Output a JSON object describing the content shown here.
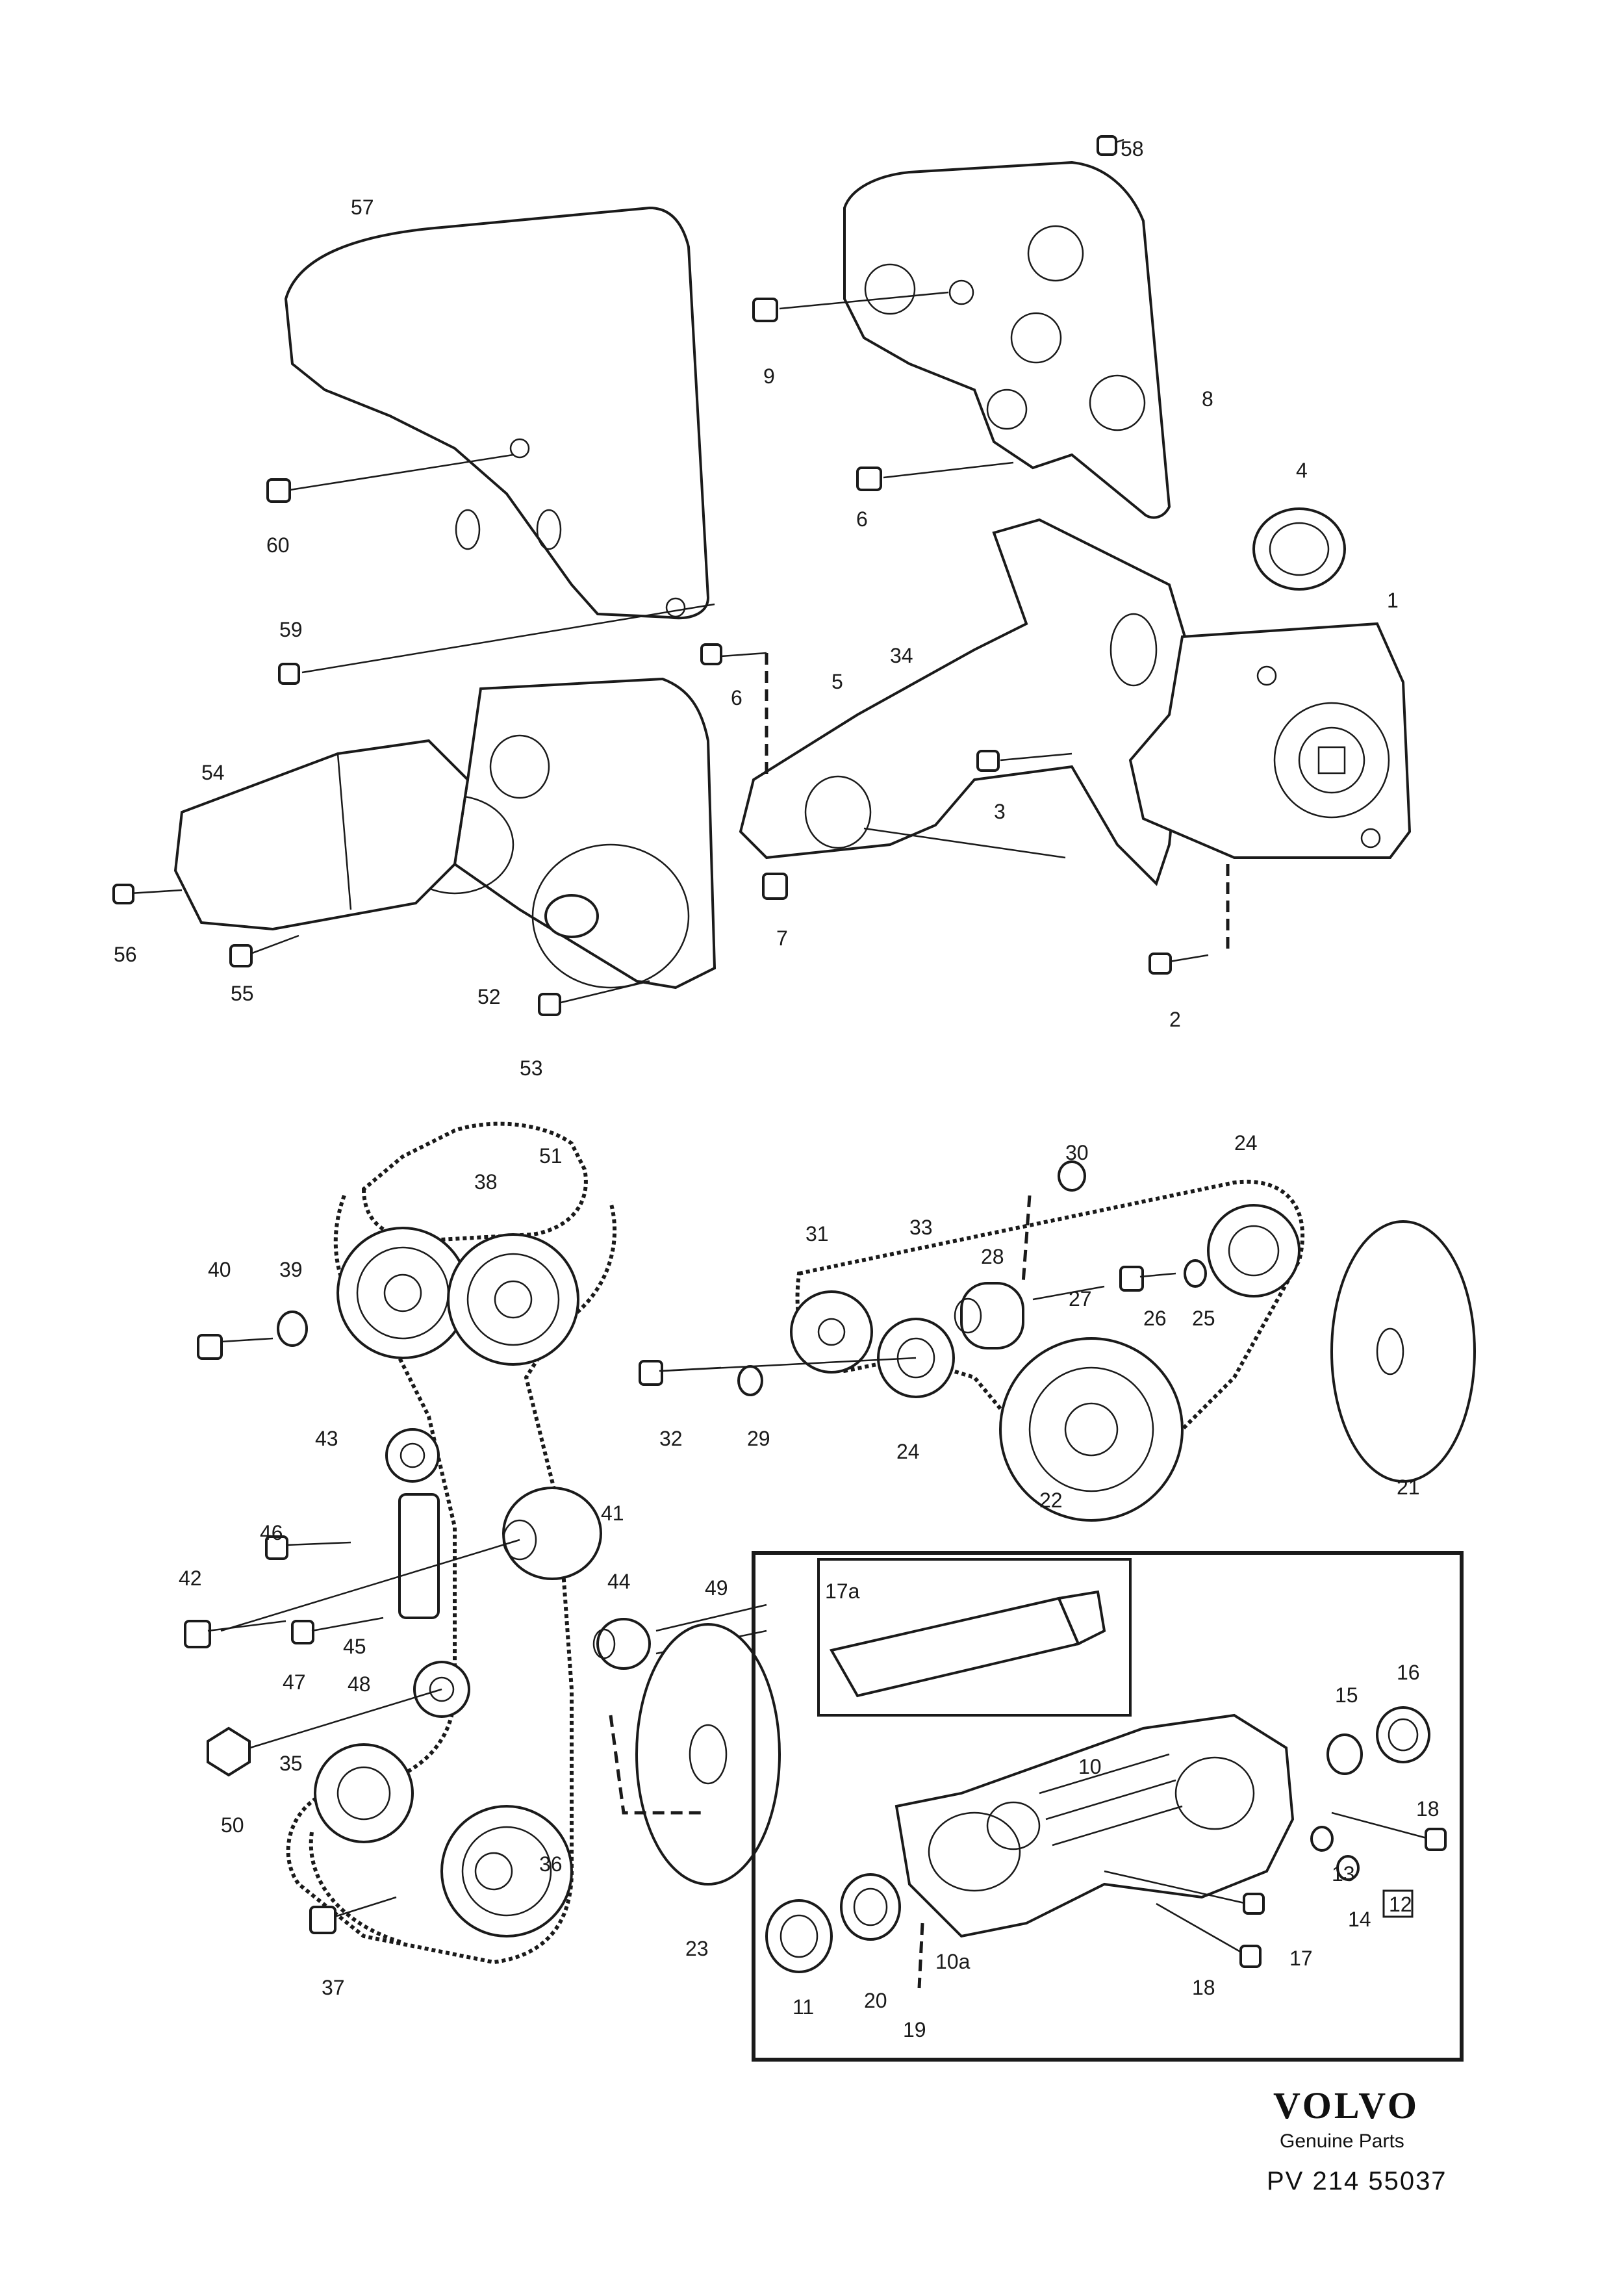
{
  "diagram": {
    "labels": [
      "1",
      "2",
      "3",
      "4",
      "5",
      "6",
      "6",
      "7",
      "8",
      "9",
      "10",
      "10a",
      "11",
      "12",
      "13",
      "14",
      "15",
      "16",
      "17",
      "17a",
      "18",
      "18",
      "19",
      "20",
      "21",
      "22",
      "23",
      "24",
      "24",
      "25",
      "26",
      "27",
      "28",
      "29",
      "30",
      "31",
      "32",
      "33",
      "34",
      "35",
      "36",
      "37",
      "38",
      "39",
      "40",
      "41",
      "42",
      "43",
      "44",
      "45",
      "46",
      "47",
      "48",
      "49",
      "50",
      "51",
      "52",
      "53",
      "54",
      "55",
      "56",
      "57",
      "58",
      "59",
      "60"
    ]
  },
  "footer": {
    "brand": "VOLVO",
    "subtitle": "Genuine Parts",
    "code": "PV 214 55037"
  }
}
